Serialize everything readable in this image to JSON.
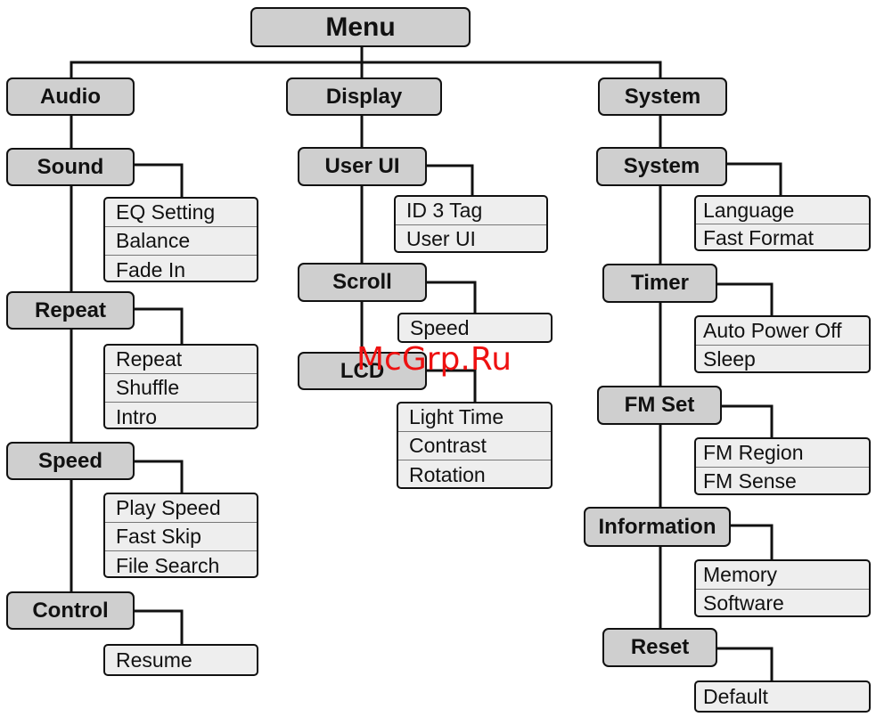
{
  "root": {
    "label": "Menu"
  },
  "categories": {
    "audio": {
      "label": "Audio"
    },
    "display": {
      "label": "Display"
    },
    "system": {
      "label": "System"
    }
  },
  "groups": {
    "sound": {
      "label": "Sound",
      "items": [
        "EQ Setting",
        "Balance",
        "Fade In"
      ]
    },
    "repeat": {
      "label": "Repeat",
      "items": [
        "Repeat",
        "Shuffle",
        "Intro"
      ]
    },
    "speed": {
      "label": "Speed",
      "items": [
        "Play Speed",
        "Fast Skip",
        "File Search"
      ]
    },
    "control": {
      "label": "Control",
      "items": [
        "Resume"
      ]
    },
    "user_ui": {
      "label": "User UI",
      "items": [
        "ID 3 Tag",
        "User UI"
      ]
    },
    "scroll": {
      "label": "Scroll",
      "items": [
        "Speed"
      ]
    },
    "lcd": {
      "label": "LCD",
      "items": [
        "Light Time",
        "Contrast",
        "Rotation"
      ]
    },
    "system_sub": {
      "label": "System",
      "items": [
        "Language",
        "Fast Format"
      ]
    },
    "timer": {
      "label": "Timer",
      "items": [
        "Auto Power Off",
        "Sleep"
      ]
    },
    "fm_set": {
      "label": "FM Set",
      "items": [
        "FM Region",
        "FM Sense"
      ]
    },
    "information": {
      "label": "Information",
      "items": [
        "Memory",
        "Software"
      ]
    },
    "reset": {
      "label": "Reset",
      "items": [
        "Default"
      ]
    }
  },
  "watermark": {
    "text": "McGrp.Ru"
  },
  "colors": {
    "node_fill": "#cfcfcf",
    "leaf_fill": "#eeeeee",
    "stroke": "#111111",
    "watermark": "#ee1111"
  }
}
